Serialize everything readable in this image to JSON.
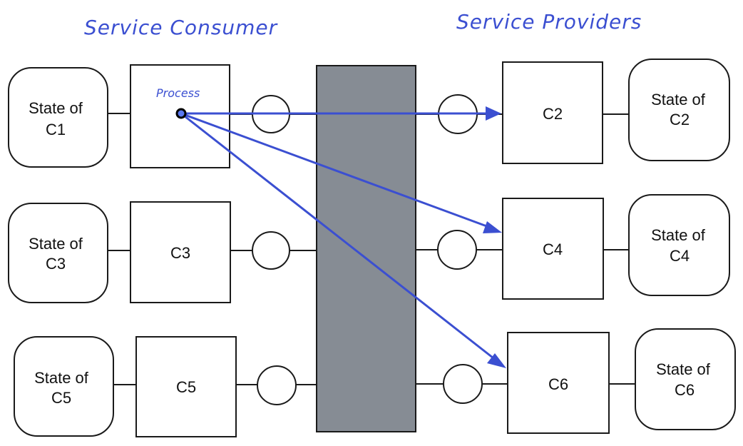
{
  "headings": {
    "consumer": "Service Consumer",
    "providers": "Service Providers"
  },
  "process_label": "Process",
  "colors": {
    "accent": "#3b4fd1",
    "bus": "#868c94",
    "dot_fill": "#5a78f0"
  },
  "consumers": [
    {
      "component": "",
      "state_line1": "State of",
      "state_line2": "C1"
    },
    {
      "component": "C3",
      "state_line1": "State of",
      "state_line2": "C3"
    },
    {
      "component": "C5",
      "state_line1": "State of",
      "state_line2": "C5"
    }
  ],
  "providers": [
    {
      "component": "C2",
      "state_line1": "State of",
      "state_line2": "C2"
    },
    {
      "component": "C4",
      "state_line1": "State of",
      "state_line2": "C4"
    },
    {
      "component": "C6",
      "state_line1": "State of",
      "state_line2": "C6"
    }
  ],
  "arrows": [
    {
      "from": "Process",
      "to": "C2"
    },
    {
      "from": "Process",
      "to": "C4"
    },
    {
      "from": "Process",
      "to": "C6"
    }
  ]
}
